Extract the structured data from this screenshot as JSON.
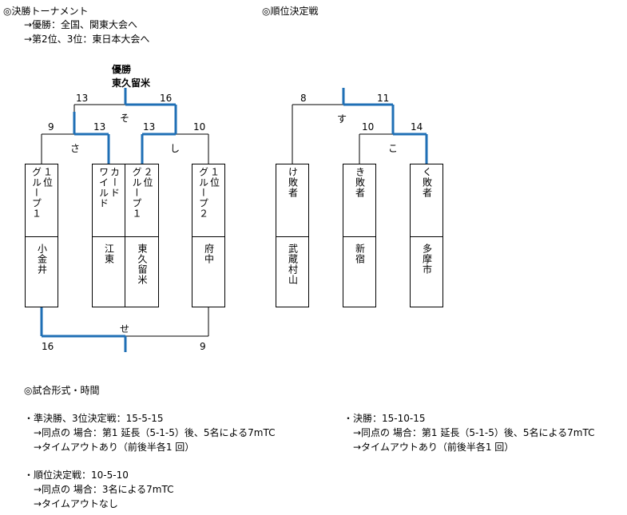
{
  "final_header": {
    "title": "◎決勝トーナメント",
    "note1": "→優勝：全国、関東大会へ",
    "note2": "→第2位、3位：東日本大会へ"
  },
  "placement_header": {
    "title": "◎順位決定戦"
  },
  "winner": {
    "label": "優勝",
    "team": "東久留米"
  },
  "final_bracket": {
    "matches": {
      "so": "そ",
      "sa": "さ",
      "shi": "し",
      "se": "せ"
    },
    "scores": {
      "so_left": "13",
      "so_right": "16",
      "sa_left": "9",
      "sa_right": "13",
      "shi_left": "13",
      "shi_right": "10",
      "se_left": "16",
      "se_right": "9"
    },
    "entries": [
      {
        "seed_col1": "１位",
        "seed_col2": "グループ１",
        "team": "小金井"
      },
      {
        "seed_col1": "カード",
        "seed_col2": "ワイルド",
        "team": "江東"
      },
      {
        "seed_col1": "２位",
        "seed_col2": "グループ１",
        "team": "東久留米"
      },
      {
        "seed_col1": "１位",
        "seed_col2": "グループ２",
        "team": "府中"
      }
    ]
  },
  "placement_bracket": {
    "matches": {
      "su": "す",
      "ko": "こ"
    },
    "scores": {
      "su_left": "8",
      "su_right": "11",
      "ko_left": "10",
      "ko_right": "14"
    },
    "entries": [
      {
        "seed": "け敗者",
        "team": "武蔵村山"
      },
      {
        "seed": "き敗者",
        "team": "新宿"
      },
      {
        "seed": "く敗者",
        "team": "多摩市"
      }
    ]
  },
  "format": {
    "title": "◎試合形式・時間",
    "semis": {
      "line1": "・準決勝、3位決定戦：15-5-15",
      "line2": "→同点の 場合：第1 延長（5-1-5）後、5名による7mTC",
      "line3": "→タイムアウトあり（前後半各1 回）"
    },
    "final": {
      "line1": "・決勝：15-10-15",
      "line2": "→同点の 場合：第1 延長（5-1-5）後、5名による7mTC",
      "line3": "→タイムアウトあり（前後半各1 回）"
    },
    "placement": {
      "line1": "・順位決定戦：10-5-10",
      "line2": "→同点の 場合：3名による7mTC",
      "line3": "→タイムアウトなし"
    }
  },
  "colors": {
    "winner_line": "#1f6fb5",
    "line": "#000000"
  }
}
